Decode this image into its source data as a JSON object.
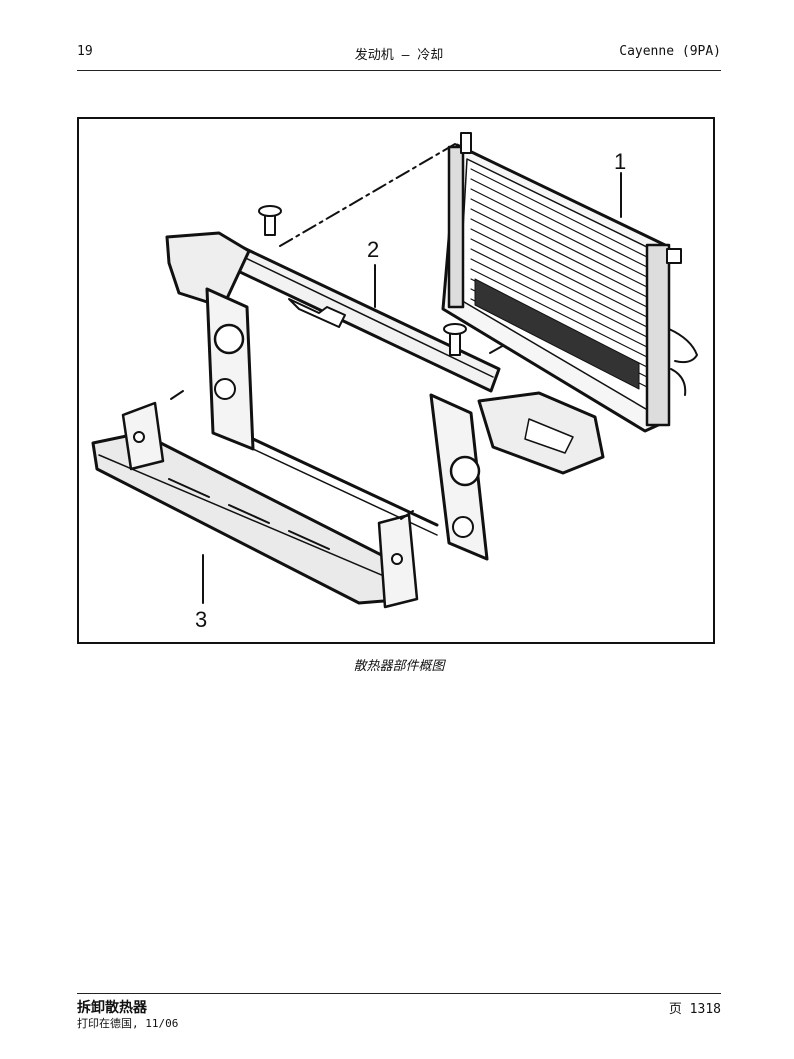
{
  "header": {
    "page_number": "19",
    "title": "发动机 — 冷却",
    "model": "Cayenne (9PA)"
  },
  "figure": {
    "callouts": [
      "1",
      "2",
      "3"
    ],
    "caption": "散热器部件概图"
  },
  "footer": {
    "section_title": "拆卸散热器",
    "print_info": "打印在德国, 11/06",
    "page_label": "页 1318"
  }
}
